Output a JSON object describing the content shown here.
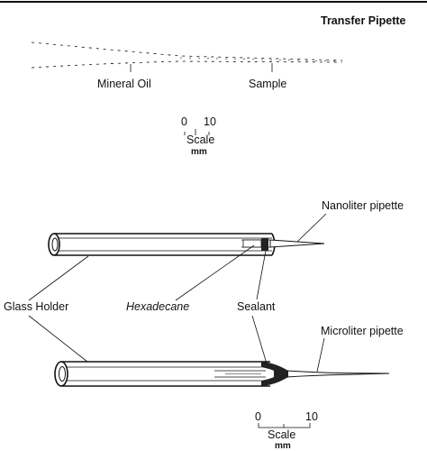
{
  "transfer_pipette": {
    "title": "Transfer Pipette",
    "label_left": "Mineral Oil",
    "label_right": "Sample",
    "scale": {
      "start": "0",
      "end": "10",
      "word": "Scale",
      "unit": "mm"
    }
  },
  "lower_diagram": {
    "nanoliter_label": "Nanoliter pipette",
    "microliter_label": "Microliter pipette",
    "glass_holder_label": "Glass Holder",
    "hexadecane_label": "Hexadecane",
    "sealant_label": "Sealant",
    "scale": {
      "start": "0",
      "end": "10",
      "word": "Scale",
      "unit": "mm"
    }
  }
}
